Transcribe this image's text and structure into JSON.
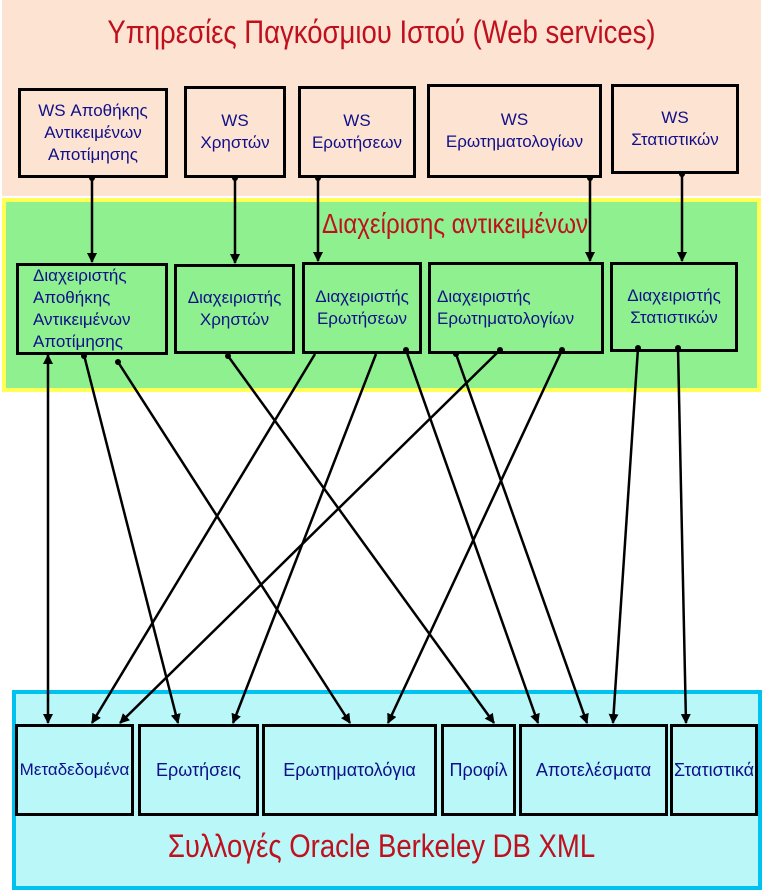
{
  "layers": {
    "web_services_title": "Υπηρεσίες Παγκόσμιου Ιστού (Web services)",
    "managers_title": "Διαχείρισης αντικειμένων",
    "collections_title": "Συλλογές Oracle Berkeley DB XML"
  },
  "web_services": [
    {
      "id": "ws-repository",
      "label": "WS Αποθήκης\nΑντικειμένων\nΑποτίμησης"
    },
    {
      "id": "ws-users",
      "label": "WS\nΧρηστών"
    },
    {
      "id": "ws-questions",
      "label": "WS\nΕρωτήσεων"
    },
    {
      "id": "ws-questionnaires",
      "label": "WS\nΕρωτηματολογίων"
    },
    {
      "id": "ws-statistics",
      "label": "WS\nΣτατιστικών"
    }
  ],
  "managers": [
    {
      "id": "mgr-repository",
      "label": "Διαχειριστής\nΑποθήκης\nΑντικειμένων\nΑποτίμησης"
    },
    {
      "id": "mgr-users",
      "label": "Διαχειριστής\nΧρηστών"
    },
    {
      "id": "mgr-questions",
      "label": "Διαχειριστής\nΕρωτήσεων"
    },
    {
      "id": "mgr-questionnaires",
      "label": "Διαχειριστής\nΕρωτηματολογίων"
    },
    {
      "id": "mgr-statistics",
      "label": "Διαχειριστής\nΣτατιστικών"
    }
  ],
  "collections": [
    {
      "id": "db-metadata",
      "label": "Μεταδεδομένα"
    },
    {
      "id": "db-questions",
      "label": "Ερωτήσεις"
    },
    {
      "id": "db-questionnaires",
      "label": "Ερωτηματολόγια"
    },
    {
      "id": "db-profile",
      "label": "Προφίλ"
    },
    {
      "id": "db-results",
      "label": "Αποτελέσματα"
    },
    {
      "id": "db-statistics",
      "label": "Στατιστικά"
    }
  ],
  "colors": {
    "ws_layer": "#fde3d2",
    "manager_layer": "#8ff08f",
    "manager_border": "#ffff55",
    "db_layer": "#b9f7f9",
    "db_border": "#00c2f0",
    "title_text": "#c0101e",
    "box_text": "#10108a"
  }
}
